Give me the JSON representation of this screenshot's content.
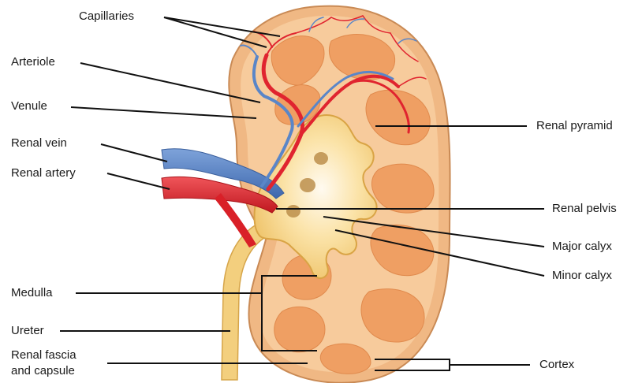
{
  "labels": {
    "capillaries": "Capillaries",
    "arteriole": "Arteriole",
    "venule": "Venule",
    "renal_vein": "Renal vein",
    "renal_artery": "Renal artery",
    "renal_pyramid": "Renal pyramid",
    "renal_pelvis": "Renal pelvis",
    "major_calyx": "Major calyx",
    "minor_calyx": "Minor calyx",
    "medulla": "Medulla",
    "ureter": "Ureter",
    "renal_fascia_line1": "Renal fascia",
    "renal_fascia_line2": "and capsule",
    "cortex": "Cortex"
  },
  "colors": {
    "capsule": "#e9b07a",
    "cortex": "#f6c998",
    "pyramid": "#ef9f63",
    "pelvis": "#f6d488",
    "pelvis_light": "#fff2cf",
    "artery": "#e0242f",
    "vein": "#5a86c8",
    "ureter": "#f3cf7e",
    "leader": "#111111"
  }
}
